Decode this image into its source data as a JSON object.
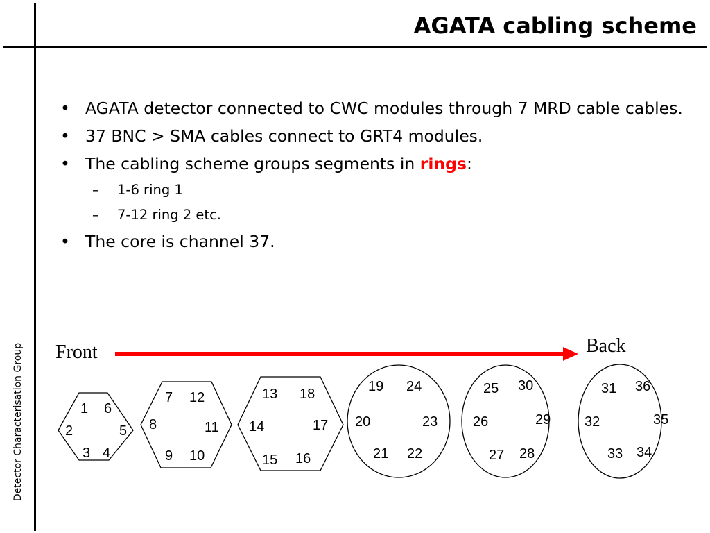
{
  "title": "AGATA cabling scheme",
  "side_label": "Detector Characterisation Group",
  "bullets": {
    "b1": "AGATA detector connected to CWC modules through 7 MRD cable cables.",
    "b2": "37 BNC > SMA cables connect to GRT4 modules.",
    "b3_text": "The cabling scheme groups segments in ",
    "b3_emph": "rings",
    "b3_tail": ":",
    "sub1": "1-6 ring 1",
    "sub2": "7-12 ring 2 etc.",
    "b4": "The core is channel 37.",
    "bullet_glyph": "•",
    "dash_glyph": "–"
  },
  "diagram": {
    "front_label": "Front",
    "back_label": "Back",
    "arrow_color": "#ff0000",
    "connectors": [
      {
        "shape": "hexagon",
        "labels": [
          "1",
          "6",
          "2",
          "5",
          "3",
          "4"
        ]
      },
      {
        "shape": "hexagon",
        "labels": [
          "7",
          "12",
          "8",
          "11",
          "9",
          "10"
        ]
      },
      {
        "shape": "hexagon",
        "labels": [
          "13",
          "18",
          "14",
          "17",
          "15",
          "16"
        ]
      },
      {
        "shape": "circle",
        "labels": [
          "19",
          "24",
          "20",
          "23",
          "21",
          "22"
        ]
      },
      {
        "shape": "circle",
        "labels": [
          "25",
          "30",
          "26",
          "29",
          "27",
          "28"
        ]
      },
      {
        "shape": "circle",
        "labels": [
          "31",
          "36",
          "32",
          "35",
          "33",
          "34"
        ]
      }
    ]
  }
}
